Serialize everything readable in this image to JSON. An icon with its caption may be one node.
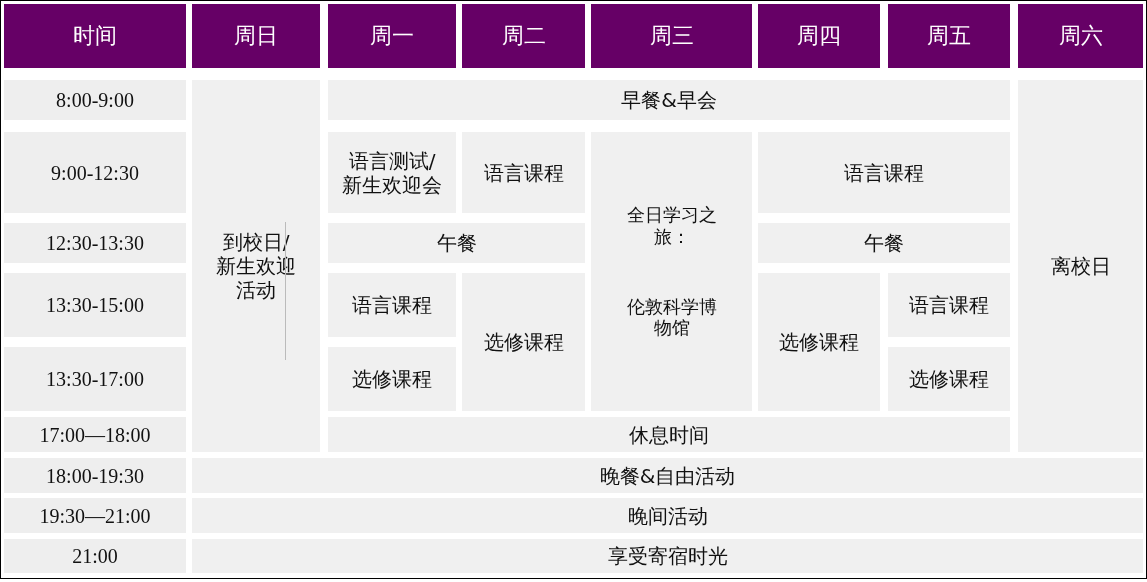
{
  "diagram": {
    "labels": [
      "时间",
      "周日",
      "周一",
      "周二",
      "周三",
      "周四",
      "周五",
      "周六",
      "8:00-9:00",
      "到校日/新生欢迎活动",
      "早餐&早会",
      "离校日",
      "9:00-12:30",
      "语言测试/新生欢迎会",
      "语言课程",
      "全日学习之旅：",
      "伦敦科学博物馆",
      "语言课程",
      "12:30-13:30",
      "午餐",
      "午餐",
      "13:30-15:00",
      "语言课程",
      "选修课程",
      "选修课程",
      "语言课程",
      "13:30-17:00",
      "选修课程",
      "选修课程",
      "17:00—18:00",
      "休息时间",
      "18:00-19:30",
      "晚餐&自由活动",
      "19:30—21:00",
      "晚间活动",
      "21:00",
      "享受寄宿时光"
    ]
  }
}
